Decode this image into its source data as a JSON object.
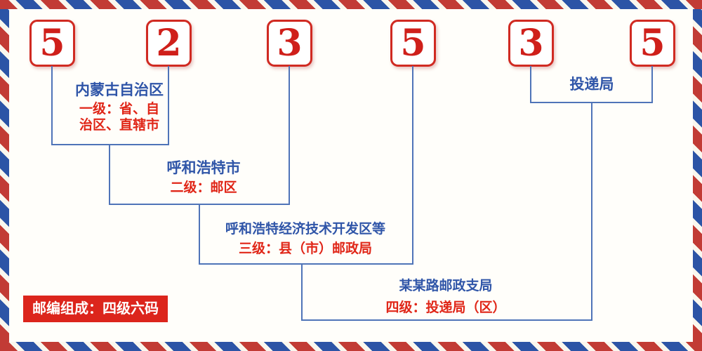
{
  "postal_code": {
    "digits": [
      "5",
      "2",
      "3",
      "5",
      "3",
      "5"
    ]
  },
  "labels": {
    "level1": {
      "name": "内蒙古自治区",
      "desc_line1": "一级：省、自",
      "desc_line2": "治区、直辖市"
    },
    "level2": {
      "name": "呼和浩特市",
      "desc": "二级：邮区"
    },
    "level3": {
      "name": "呼和浩特经济技术开发区等",
      "desc": "三级：县（市）邮政局"
    },
    "level4": {
      "name": "某某路邮政支局",
      "desc": "四级：投递局（区）"
    },
    "delivery_office": {
      "name": "投递局"
    }
  },
  "footer_badge": {
    "text": "邮编组成：四级六码"
  },
  "colors": {
    "digit_red": "#cf1f1a",
    "label_blue": "#2f55a8",
    "desc_red": "#e02618",
    "line_blue": "#4f74b8",
    "badge_bg": "#dc251c",
    "stripe_red": "#c23b35",
    "stripe_blue": "#2c54a6"
  }
}
